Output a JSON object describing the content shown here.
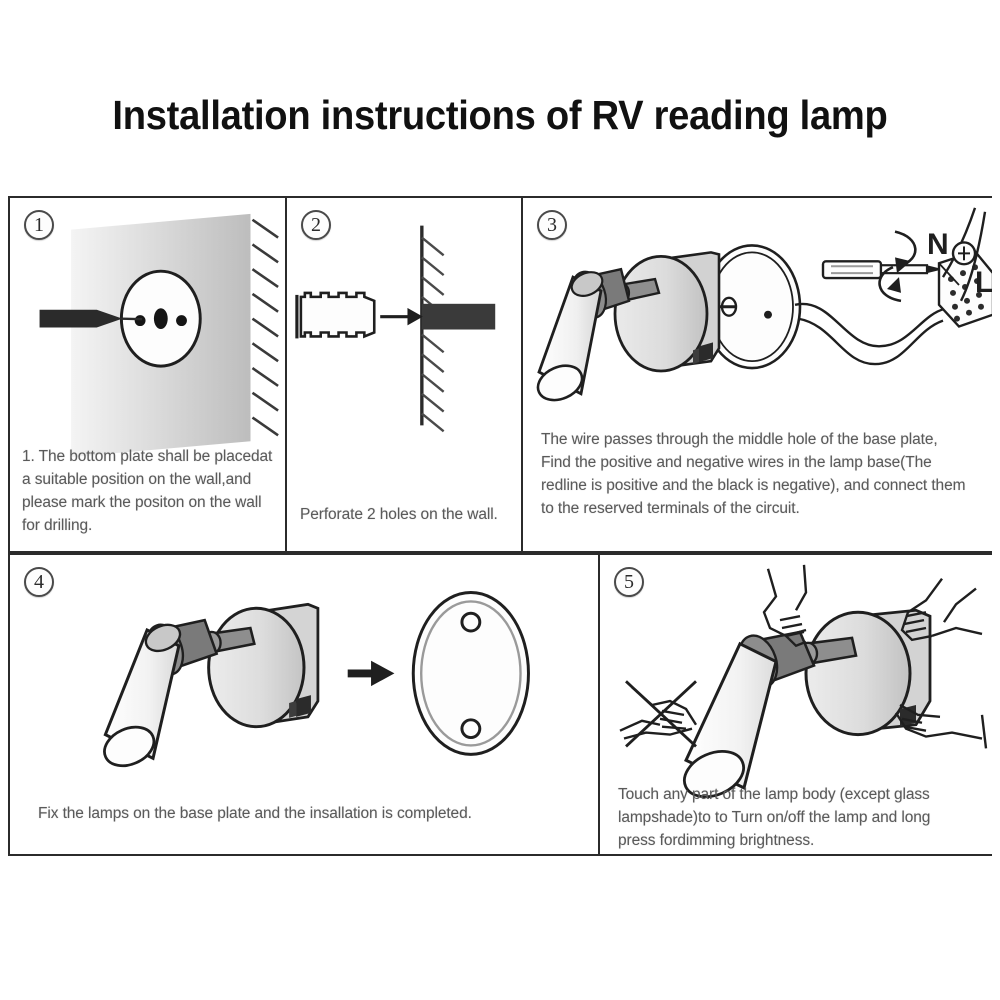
{
  "title": "Installation instructions of RV reading lamp",
  "panels": [
    {
      "number": "1",
      "caption": "1. The bottom plate shall be placedat\na suitable position on the wall,and\nplease mark the positon on the wall\nfor drilling.",
      "art_name": "wall-baseplate-marking-illustration"
    },
    {
      "number": "2",
      "caption": "Perforate 2 holes on the wall.",
      "art_name": "wall-anchor-drilling-illustration"
    },
    {
      "number": "3",
      "caption": "  The wire passes through the middle hole of the base plate,\nFind the positive and negative wires in the lamp base(The\nredline is positive and the black is negative), and connect them\nto the reserved terminals of the circuit.",
      "art_name": "lamp-wiring-terminal-illustration",
      "labels": {
        "neutral": "N",
        "live": "L"
      }
    },
    {
      "number": "4",
      "caption": "Fix the lamps on the base plate and the insallation is completed.",
      "art_name": "lamp-mount-baseplate-illustration"
    },
    {
      "number": "5",
      "caption": "  Touch any part of the lamp body (except glass\nlampshade)to to Turn on/off the lamp and long\npress fordimming brightness.",
      "art_name": "touch-control-hands-illustration"
    }
  ],
  "colors": {
    "background": "#ffffff",
    "border": "#2b2b2b",
    "title_text": "#111111",
    "caption_text": "#5a5a5a",
    "ink": "#1f1f1f",
    "metal_light": "#e3e3e3",
    "metal_mid": "#c9c9c9",
    "metal_dark": "#8f8f8f",
    "wall_gray": "#d8d8d8"
  }
}
